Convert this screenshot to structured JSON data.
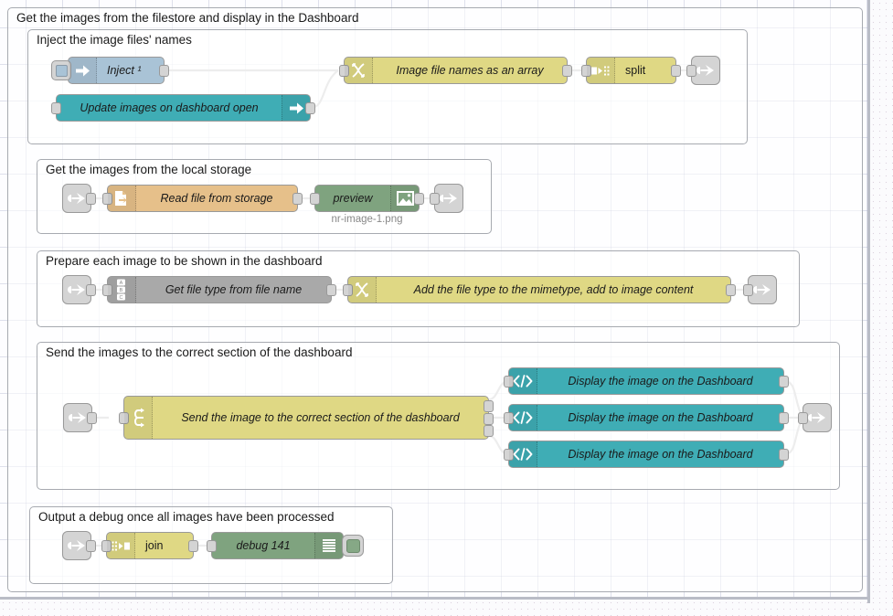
{
  "app": {
    "name": "node-red-flow-editor",
    "canvas_background": "#fdfdff",
    "grid_color": "#969bbe"
  },
  "palette": {
    "yellow": "#dfd884",
    "teal": "#3fadb5",
    "green": "#7fa37f",
    "orange": "#e6c08a",
    "grey": "#a9a9a9",
    "inject_blue": "#a9c3d6",
    "link_grey": "#d4d4d4",
    "group_border": "#a7aab0"
  },
  "groups": [
    {
      "id": "outer",
      "label": "Get the images from the filestore and display in the Dashboard"
    },
    {
      "id": "inject",
      "label": "Inject the image files' names"
    },
    {
      "id": "storage",
      "label": "Get the images from the local storage"
    },
    {
      "id": "prepare",
      "label": "Prepare each image to be shown in the dashboard"
    },
    {
      "id": "send",
      "label": "Send the images to the correct section of the dashboard"
    },
    {
      "id": "debugout",
      "label": "Output a debug once all images have been processed"
    }
  ],
  "nodes": {
    "inject": {
      "label": "Inject ¹",
      "icon": "inject-arrow-icon",
      "color": "#a9c3d6"
    },
    "ui_control": {
      "label": "Update images on dashboard open",
      "icon": "ui-control-arrow-icon",
      "color": "#3fadb5"
    },
    "function_array": {
      "label": "Image file names as an array",
      "icon": "function-icon",
      "color": "#dfd884"
    },
    "split": {
      "label": "split",
      "icon": "split-icon",
      "color": "#dfd884"
    },
    "link_out_1": {
      "label": "",
      "icon": "link-out-icon",
      "color": "#d4d4d4"
    },
    "link_in_1": {
      "label": "",
      "icon": "link-in-icon",
      "color": "#d4d4d4"
    },
    "file_read": {
      "label": "Read file from storage",
      "icon": "file-in-icon",
      "color": "#e6c08a"
    },
    "preview": {
      "label": "preview",
      "caption": "nr-image-1.png",
      "icon": "image-preview-icon",
      "color": "#7fa37f"
    },
    "link_out_2": {
      "label": "",
      "icon": "link-out-icon",
      "color": "#d4d4d4"
    },
    "link_in_2": {
      "label": "",
      "icon": "link-in-icon",
      "color": "#d4d4d4"
    },
    "change_filetype": {
      "label": "Get file type from file name",
      "icon": "change-abc-icon",
      "color": "#a9a9a9"
    },
    "function_mimetype": {
      "label": "Add the file type to the mimetype, add to image content",
      "icon": "function-icon",
      "color": "#dfd884"
    },
    "link_out_3": {
      "label": "",
      "icon": "link-out-icon",
      "color": "#d4d4d4"
    },
    "link_in_3": {
      "label": "",
      "icon": "link-in-icon",
      "color": "#d4d4d4"
    },
    "switch_section": {
      "label": "Send the image to the correct section of the dashboard",
      "icon": "switch-icon",
      "color": "#dfd884"
    },
    "template_1": {
      "label": "Display the image on the Dashboard",
      "icon": "template-code-icon",
      "color": "#3fadb5"
    },
    "template_2": {
      "label": "Display the image on the Dashboard",
      "icon": "template-code-icon",
      "color": "#3fadb5"
    },
    "template_3": {
      "label": "Display the image on the Dashboard",
      "icon": "template-code-icon",
      "color": "#3fadb5"
    },
    "link_out_4": {
      "label": "",
      "icon": "link-out-icon",
      "color": "#d4d4d4"
    },
    "link_in_4": {
      "label": "",
      "icon": "link-in-icon",
      "color": "#d4d4d4"
    },
    "join": {
      "label": "join",
      "icon": "join-icon",
      "color": "#dfd884"
    },
    "debug": {
      "label": "debug 141",
      "icon": "debug-lines-icon",
      "color": "#7fa37f"
    }
  }
}
